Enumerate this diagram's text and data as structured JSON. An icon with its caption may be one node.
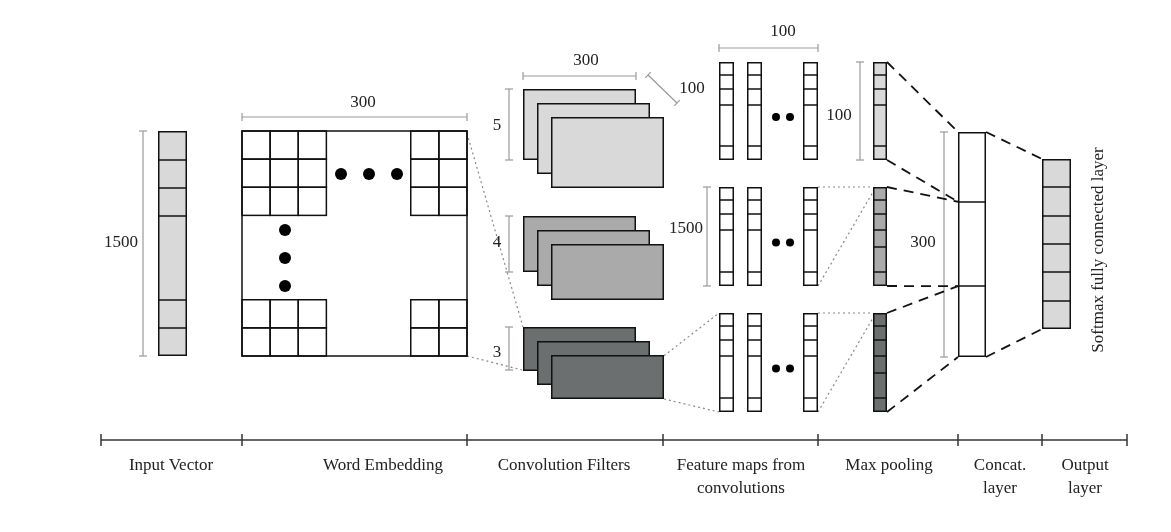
{
  "diagram": {
    "nodes": [
      {
        "text": [],
        "shape": "bar"
      },
      {
        "text": [],
        "shape": "box"
      },
      {
        "text": [],
        "shape": "box"
      },
      {
        "text": [],
        "shape": "box"
      },
      {
        "text": [],
        "shape": "box"
      },
      {
        "text": [],
        "shape": "box"
      },
      {
        "text": [],
        "shape": "box"
      },
      {
        "text": [],
        "shape": "box"
      },
      {
        "text": [],
        "shape": "bar"
      },
      {
        "text": [],
        "shape": "bar"
      },
      {
        "text": [],
        "shape": "bar"
      },
      {
        "text": [],
        "shape": "bar"
      },
      {
        "text": [],
        "shape": "bar"
      }
    ],
    "edges": [
      {
        "from": 1,
        "to": 4,
        "arrow": "none",
        "style": "dashed",
        "color": "#888888"
      },
      {
        "from": 1,
        "to": 4,
        "arrow": "none",
        "style": "dashed",
        "color": "#888888"
      },
      {
        "from": 4,
        "to": 7,
        "arrow": "none",
        "style": "dashed",
        "color": "#888888"
      },
      {
        "from": 4,
        "to": 7,
        "arrow": "none",
        "style": "dashed",
        "color": "#888888"
      },
      {
        "from": 6,
        "to": 9,
        "arrow": "none",
        "style": "dashed",
        "color": "#888888"
      },
      {
        "from": 6,
        "to": 9,
        "arrow": "none",
        "style": "dashed",
        "color": "#888888"
      },
      {
        "from": 7,
        "to": 10,
        "arrow": "none",
        "style": "dashed",
        "color": "#888888"
      },
      {
        "from": 7,
        "to": 10,
        "arrow": "none",
        "style": "dashed",
        "color": "#888888"
      },
      {
        "from": 8,
        "to": 11,
        "arrow": "none",
        "style": "dashed",
        "color": "#111111"
      },
      {
        "from": 8,
        "to": 11,
        "arrow": "none",
        "style": "dashed",
        "color": "#111111"
      },
      {
        "from": 9,
        "to": 11,
        "arrow": "none",
        "style": "dashed",
        "color": "#111111"
      },
      {
        "from": 9,
        "to": 11,
        "arrow": "none",
        "style": "dashed",
        "color": "#111111"
      },
      {
        "from": 10,
        "to": 11,
        "arrow": "none",
        "style": "dashed",
        "color": "#111111"
      },
      {
        "from": 10,
        "to": 11,
        "arrow": "none",
        "style": "dashed",
        "color": "#111111"
      },
      {
        "from": 11,
        "to": 12,
        "arrow": "none",
        "style": "dashed",
        "color": "#111111"
      },
      {
        "from": 11,
        "to": 12,
        "arrow": "none",
        "style": "dashed",
        "color": "#111111"
      }
    ],
    "labels": [
      "100",
      "300",
      "100",
      "300",
      "5",
      "100",
      "1500",
      "4",
      "1500",
      "300",
      "3",
      "Softmax fully connected layer",
      "Input Vector",
      "Word Embedding",
      "Convolution Filters",
      "Feature maps from convolutions",
      "Max pooling",
      "Concat. layer",
      "Output layer"
    ]
  }
}
